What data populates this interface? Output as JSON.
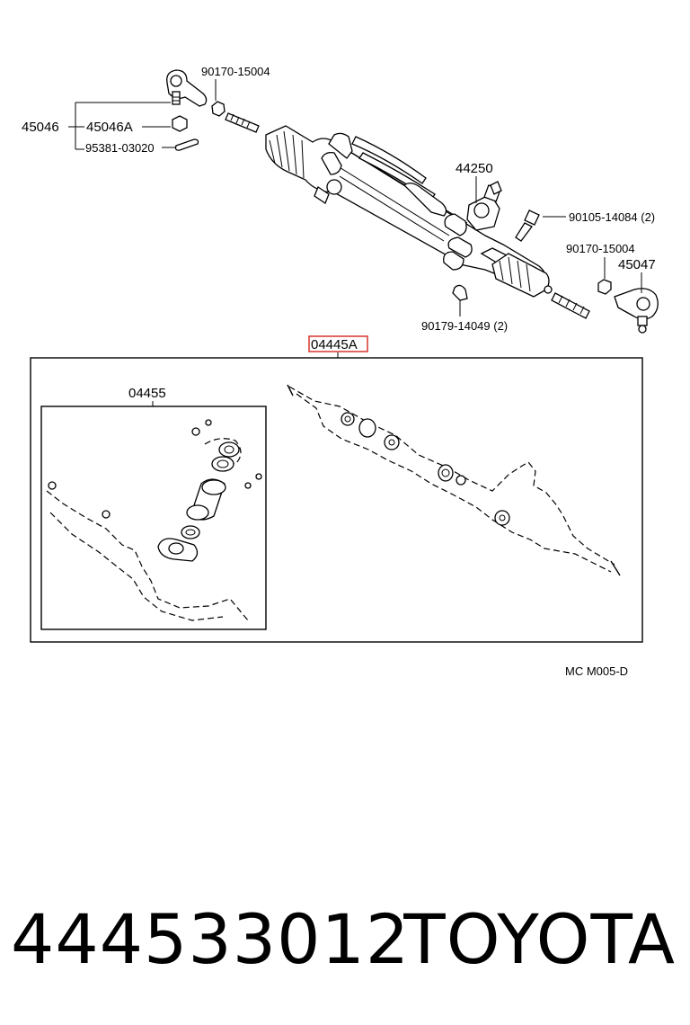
{
  "labels": {
    "l90170_top": "90170-15004",
    "l45046": "45046",
    "l45046A": "45046A",
    "l95381": "95381-03020",
    "l44250": "44250",
    "l90105": "90105-14084 (2)",
    "l90170_right": "90170-15004",
    "l45047": "45047",
    "l90179": "90179-14049 (2)",
    "l04445A": "04445A",
    "l04455": "04455",
    "code": "MC  M005-D"
  },
  "highlight_color": "#d9332f",
  "footer": {
    "part_number": "44453301​2",
    "brand": "TOYOTA"
  }
}
